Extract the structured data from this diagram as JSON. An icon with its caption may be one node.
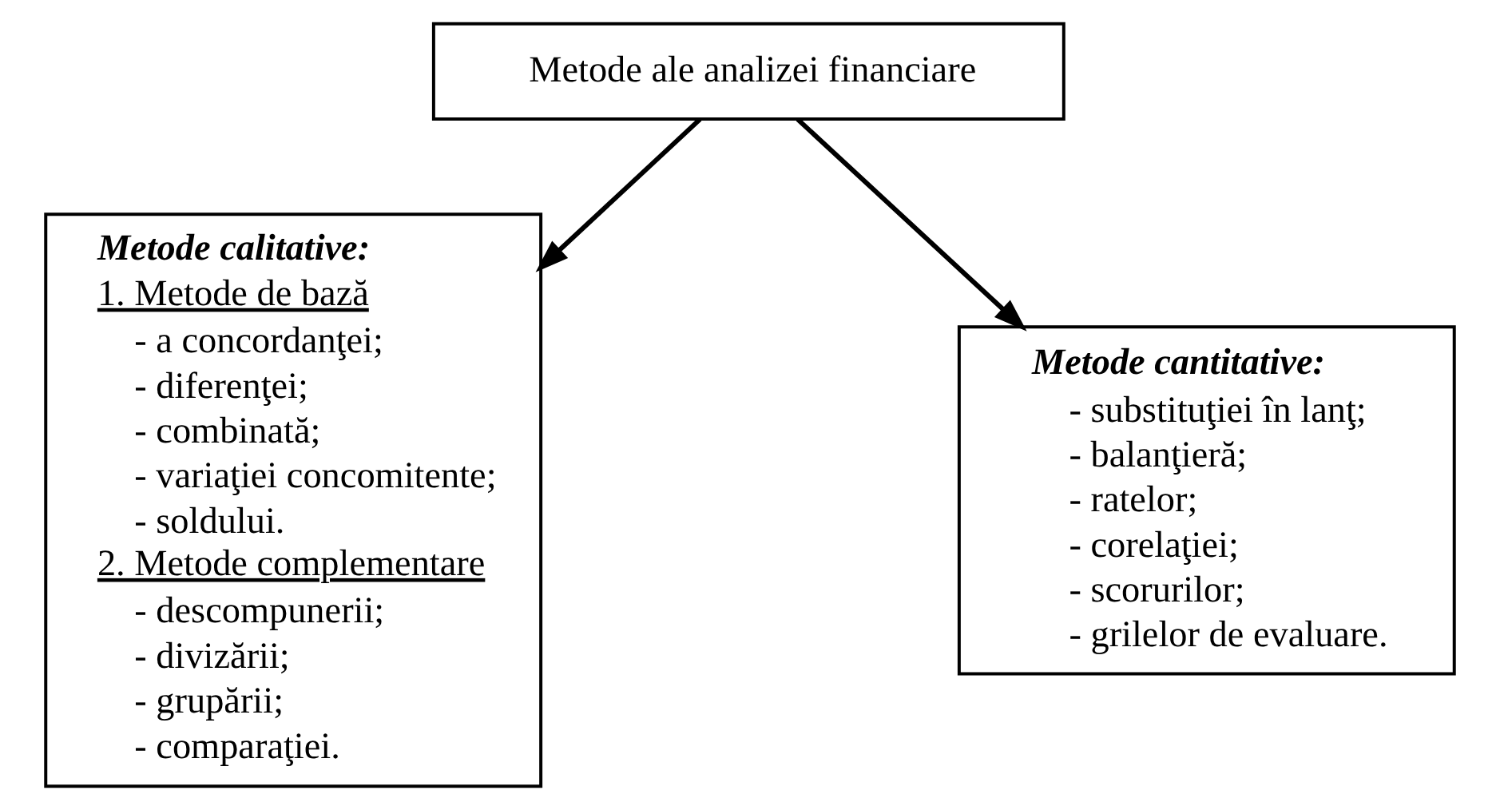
{
  "diagram": {
    "nodes": [
      {
        "text": [
          "Metode ale analizei financiare"
        ]
      },
      {
        "text": [
          "Metode calitative:",
          "1. Metode de bază",
          "- a concordanţei;",
          "- diferenţei;",
          "- combinată;",
          "- variaţiei concomitente;",
          "- soldului.",
          "2. Metode complementare",
          "- descompunerii;",
          "- divizării;",
          "- grupării;",
          "- comparaţiei."
        ]
      },
      {
        "text": [
          "Metode cantitative:",
          "- substituţiei în lanţ;",
          "- balanţieră;",
          "- ratelor;",
          "- corelaţiei;",
          "- scorurilor;",
          "- grilelor de evaluare."
        ]
      }
    ],
    "edges": [
      {
        "from": 0,
        "to": 1,
        "arrow": "to"
      },
      {
        "from": 0,
        "to": 2,
        "arrow": "to"
      }
    ]
  }
}
